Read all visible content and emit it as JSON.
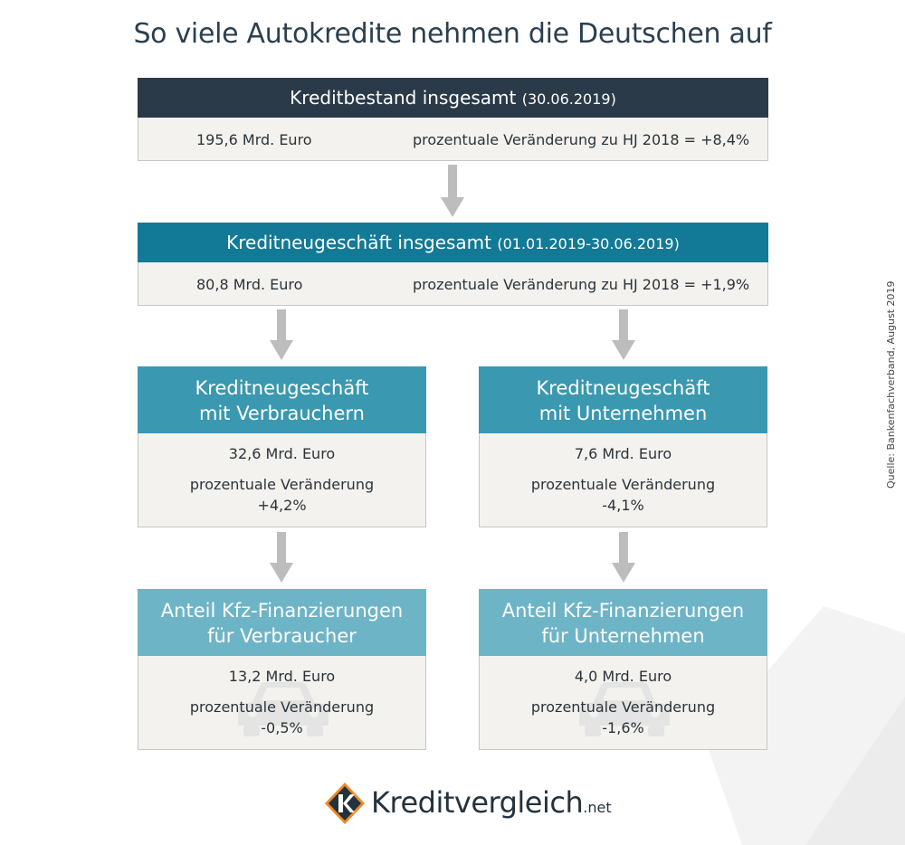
{
  "title": "So viele Autokredite nehmen die Deutschen auf",
  "colors": {
    "dark_header": "#2b3a48",
    "teal_header": "#127a96",
    "mid_header": "#3a98b0",
    "light_header": "#6eb4c7",
    "arrow": "#bdbdbd"
  },
  "total": {
    "label": "Kreditbestand insgesamt",
    "period": "(30.06.2019)",
    "amount": "195,6 Mrd. Euro",
    "change": "prozentuale Veränderung zu HJ 2018 = +8,4%"
  },
  "new_business": {
    "label": "Kreditneugeschäft insgesamt",
    "period": "(01.01.2019-30.06.2019)",
    "amount": "80,8 Mrd. Euro",
    "change": "prozentuale Veränderung zu HJ 2018 = +1,9%"
  },
  "consumers": {
    "title_line1": "Kreditneugeschäft",
    "title_line2": "mit Verbrauchern",
    "amount": "32,6 Mrd. Euro",
    "change_label": "prozentuale Veränderung",
    "change_value": "+4,2%"
  },
  "companies": {
    "title_line1": "Kreditneugeschäft",
    "title_line2": "mit Unternehmen",
    "amount": "7,6 Mrd. Euro",
    "change_label": "prozentuale Veränderung",
    "change_value": "-4,1%"
  },
  "car_consumers": {
    "title_line1": "Anteil Kfz-Finanzierungen",
    "title_line2": "für Verbraucher",
    "amount": "13,2 Mrd. Euro",
    "change_label": "prozentuale Veränderung",
    "change_value": "-0,5%",
    "icon": "car-icon"
  },
  "car_companies": {
    "title_line1": "Anteil Kfz-Finanzierungen",
    "title_line2": "für Unternehmen",
    "amount": "4,0 Mrd. Euro",
    "change_label": "prozentuale Veränderung",
    "change_value": "-1,6%",
    "icon": "car-icon"
  },
  "source": "Quelle: Bankenfachverband, August 2019",
  "logo": {
    "name": "Kreditvergleich",
    "tld": ".net"
  }
}
